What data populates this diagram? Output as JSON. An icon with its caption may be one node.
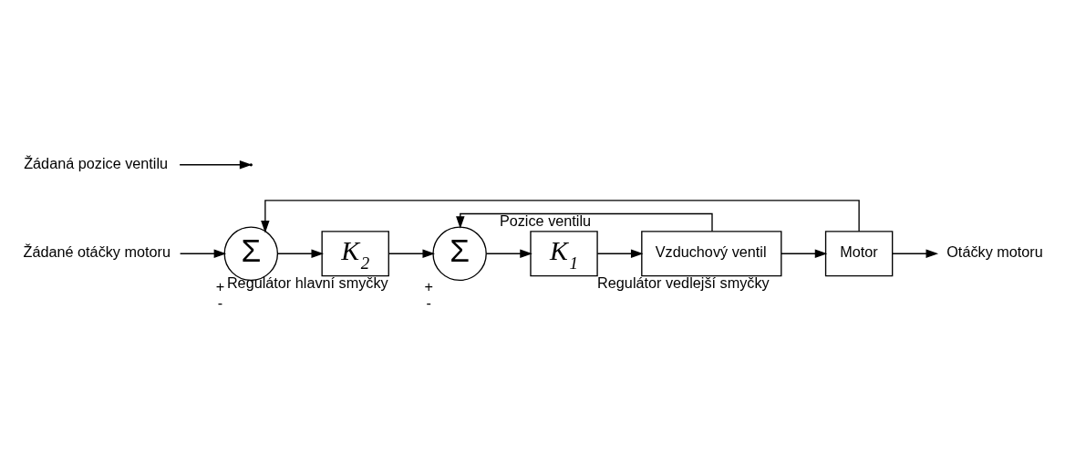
{
  "diagram": {
    "nodes": [
      {
        "text": [
          "Žádané otáčky motoru"
        ]
      },
      {
        "text": [
          "Σ"
        ],
        "beside": [
          "+",
          "-"
        ]
      },
      {
        "text": [
          "K$_{2}$"
        ],
        "beside": [
          "Regulátor hlavní smyčky"
        ]
      },
      {
        "text": [
          "Σ"
        ],
        "beside": [
          "+",
          "-"
        ]
      },
      {
        "text": [
          "K$_{1}$"
        ],
        "beside": [
          "Regulátor vedlejší smyčky"
        ]
      },
      {
        "text": [
          "Vzduchový ventil"
        ]
      },
      {
        "text": [
          "Motor"
        ]
      },
      {
        "text": [
          "Otáčky motoru"
        ]
      },
      {
        "text": [
          "Žádaná pozice ventilu"
        ]
      }
    ],
    "edges": [
      {
        "from": 0,
        "to": 1,
        "arrow": "to"
      },
      {
        "from": 1,
        "to": 2,
        "arrow": "to"
      },
      {
        "from": 2,
        "to": 3,
        "arrow": "to"
      },
      {
        "from": 3,
        "to": 4,
        "arrow": "to"
      },
      {
        "from": 4,
        "to": 5,
        "arrow": "to"
      },
      {
        "from": 5,
        "to": 6,
        "arrow": "to"
      },
      {
        "from": 6,
        "to": 7,
        "arrow": "to"
      },
      {
        "from": 5,
        "to": 3,
        "arrow": "to",
        "label": "Pozice ventilu"
      },
      {
        "from": 6,
        "to": 1,
        "arrow": "to"
      },
      {
        "from": 8,
        "to": null,
        "arrow": "to"
      }
    ]
  }
}
